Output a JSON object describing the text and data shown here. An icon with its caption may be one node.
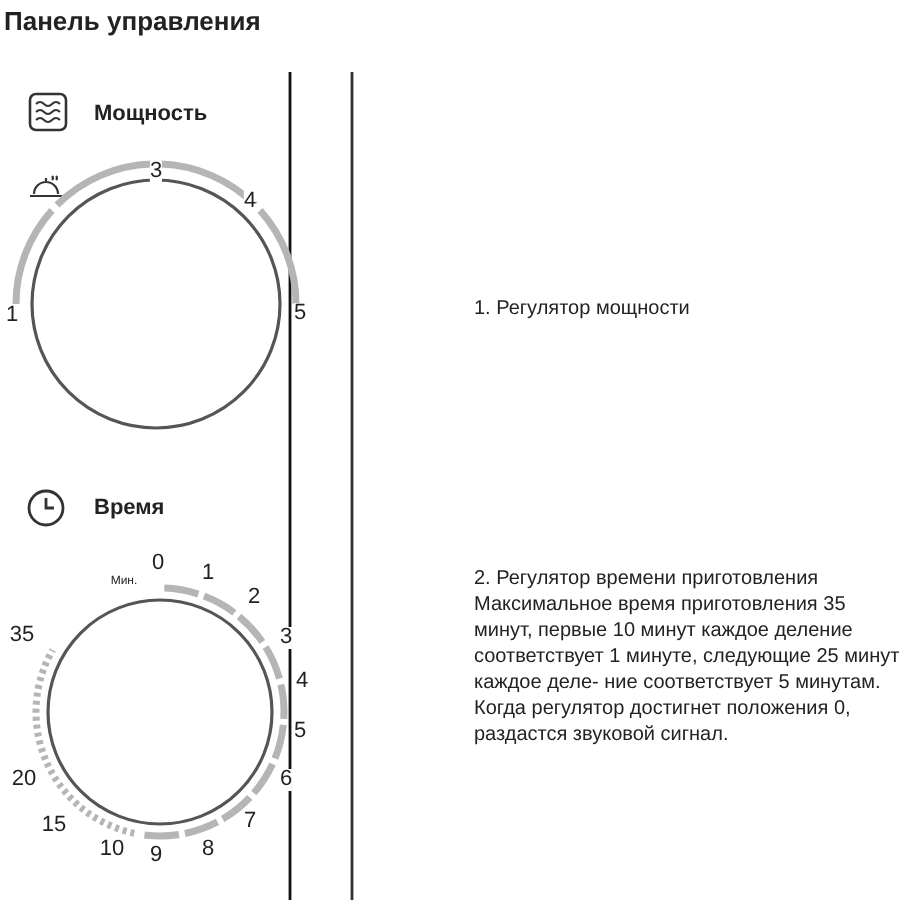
{
  "diagram": {
    "title": "Панель управления",
    "labels": [
      "Мощность",
      "3",
      "4",
      "1",
      "5",
      "1. Регулятор мощности",
      "Время",
      "0",
      "Мин.",
      "1",
      "2",
      "3",
      "4",
      "5",
      "6",
      "7",
      "8",
      "9",
      "10",
      "15",
      "20",
      "35",
      "2. Регулятор времени приготовления Максимальное время приготовления 35 минут, первые 10 минут каждое деление соответствует 1 минуте, следующие 25 минут каждое деле- ние соответствует 5 минутам. Когда регулятор достигнет положения 0, раздастся звуковой сигнал."
    ]
  }
}
